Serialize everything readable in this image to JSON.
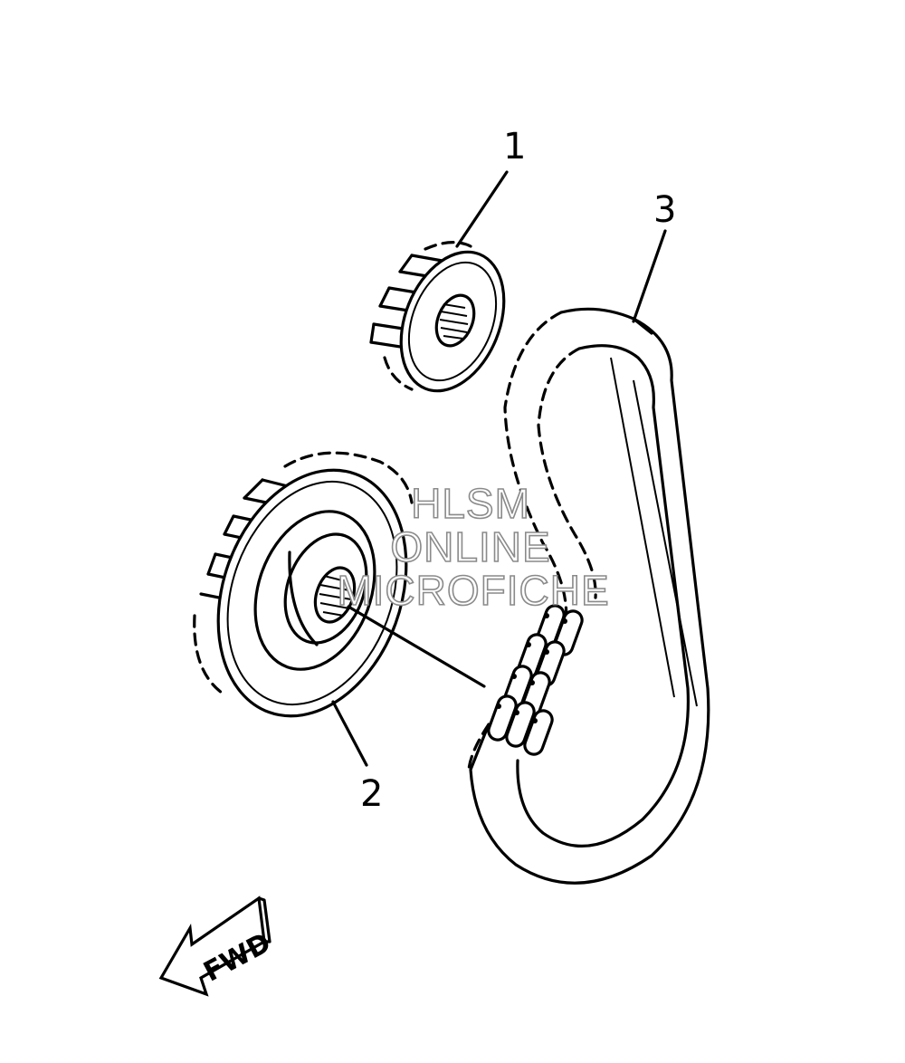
{
  "callouts": {
    "part1": "1",
    "part2": "2",
    "part3": "3"
  },
  "direction_label": "FWD",
  "watermark": {
    "line1": "HLSM",
    "line2": "ONLINE",
    "line3": "MICROFICHE"
  }
}
